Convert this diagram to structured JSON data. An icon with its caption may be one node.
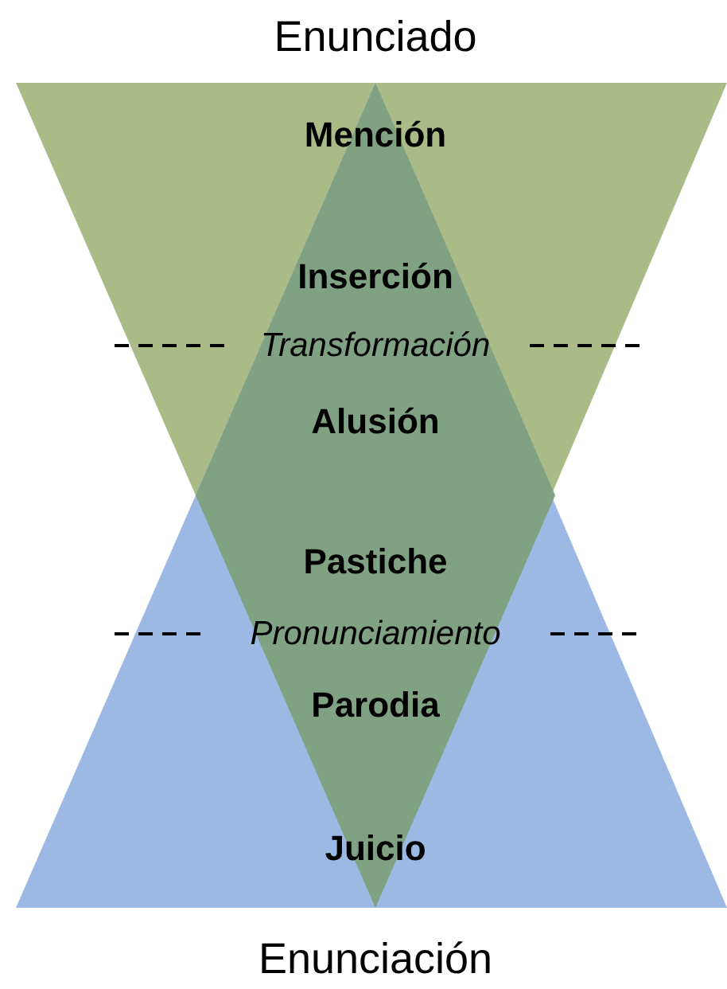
{
  "diagram": {
    "labels": [
      "Enunciado",
      "Mención",
      "Inserción",
      "Transformación",
      "Alusión",
      "Pastiche",
      "Pronunciamiento",
      "Parodia",
      "Juicio",
      "Enunciación"
    ]
  }
}
